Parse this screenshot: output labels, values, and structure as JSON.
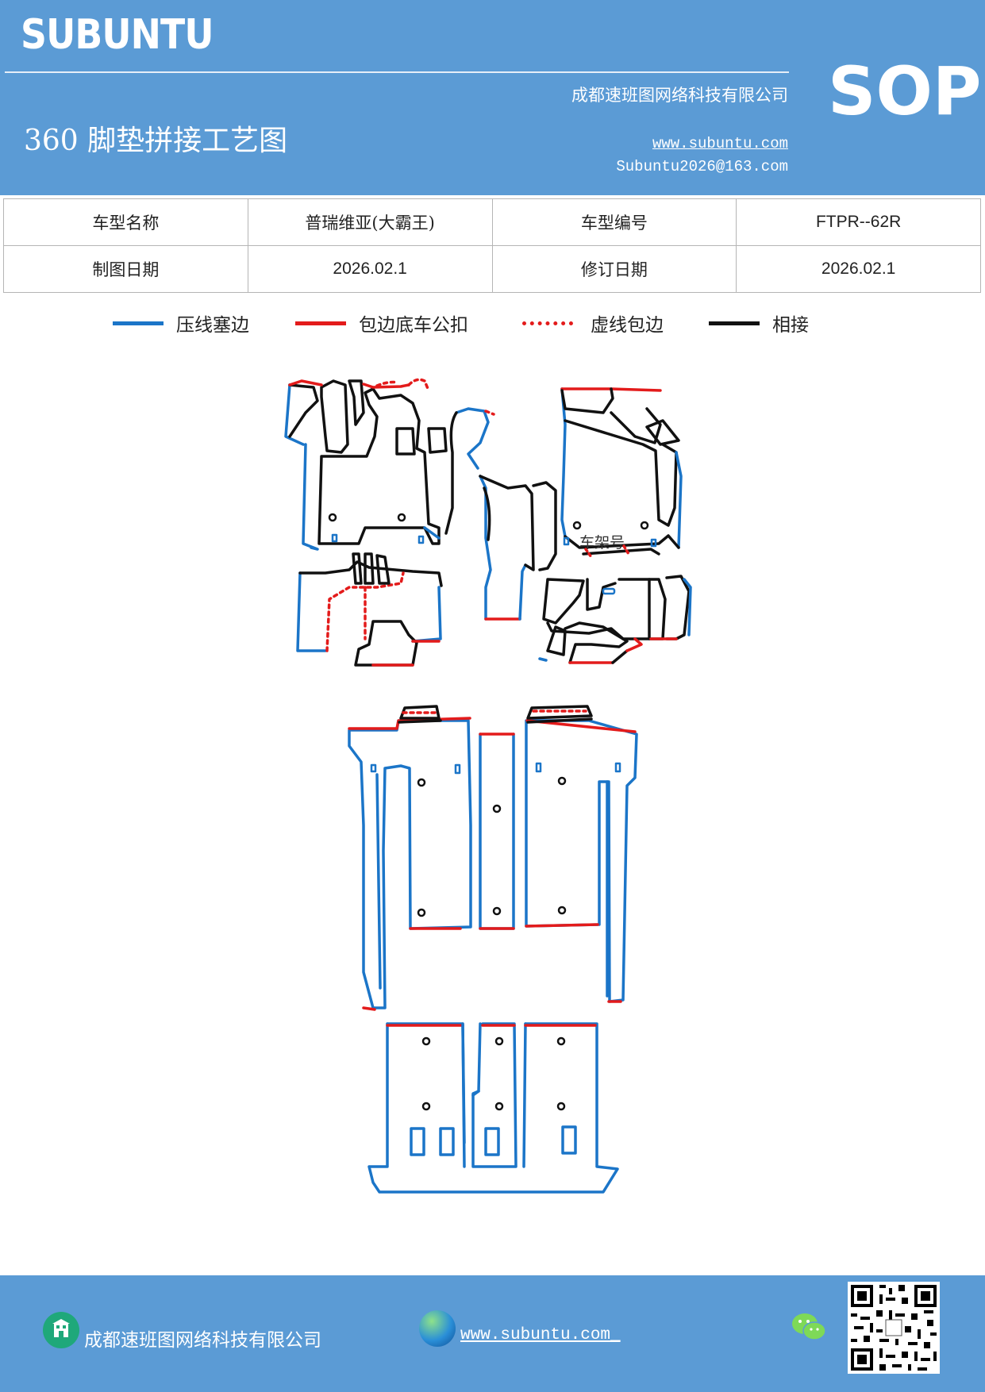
{
  "header": {
    "logo": "SUBUNTU",
    "company": "成都速班图网络科技有限公司",
    "title": "360 脚垫拼接工艺图",
    "website": "www.subuntu.com",
    "email": "Subuntu2026@163.com",
    "badge": "SOP"
  },
  "info_table": {
    "model_name_label": "车型名称",
    "model_name_value": "普瑞维亚(大霸王)",
    "model_code_label": "车型编号",
    "model_code_value": "FTPR--62R",
    "drawing_date_label": "制图日期",
    "drawing_date_value": "2026.02.1",
    "revision_date_label": "修订日期",
    "revision_date_value": "2026.02.1"
  },
  "legend": [
    {
      "label": "压线塞边",
      "color": "#1b75c8",
      "style": "solid"
    },
    {
      "label": "包边底车公扣",
      "color": "#e31b1b",
      "style": "solid"
    },
    {
      "label": "虚线包边",
      "color": "#e31b1b",
      "style": "dotted"
    },
    {
      "label": "相接",
      "color": "#111111",
      "style": "solid"
    }
  ],
  "drawing": {
    "frame_number_label": "车架号"
  },
  "colors": {
    "brand": "#5b9bd5",
    "press_line": "#1b75c8",
    "binding": "#e31b1b",
    "joint": "#111111"
  },
  "footer": {
    "company": "成都速班图网络科技有限公司",
    "website": "www.subuntu.com_",
    "icons": [
      "building-icon",
      "globe-icon",
      "wechat-icon",
      "qr-code"
    ]
  }
}
